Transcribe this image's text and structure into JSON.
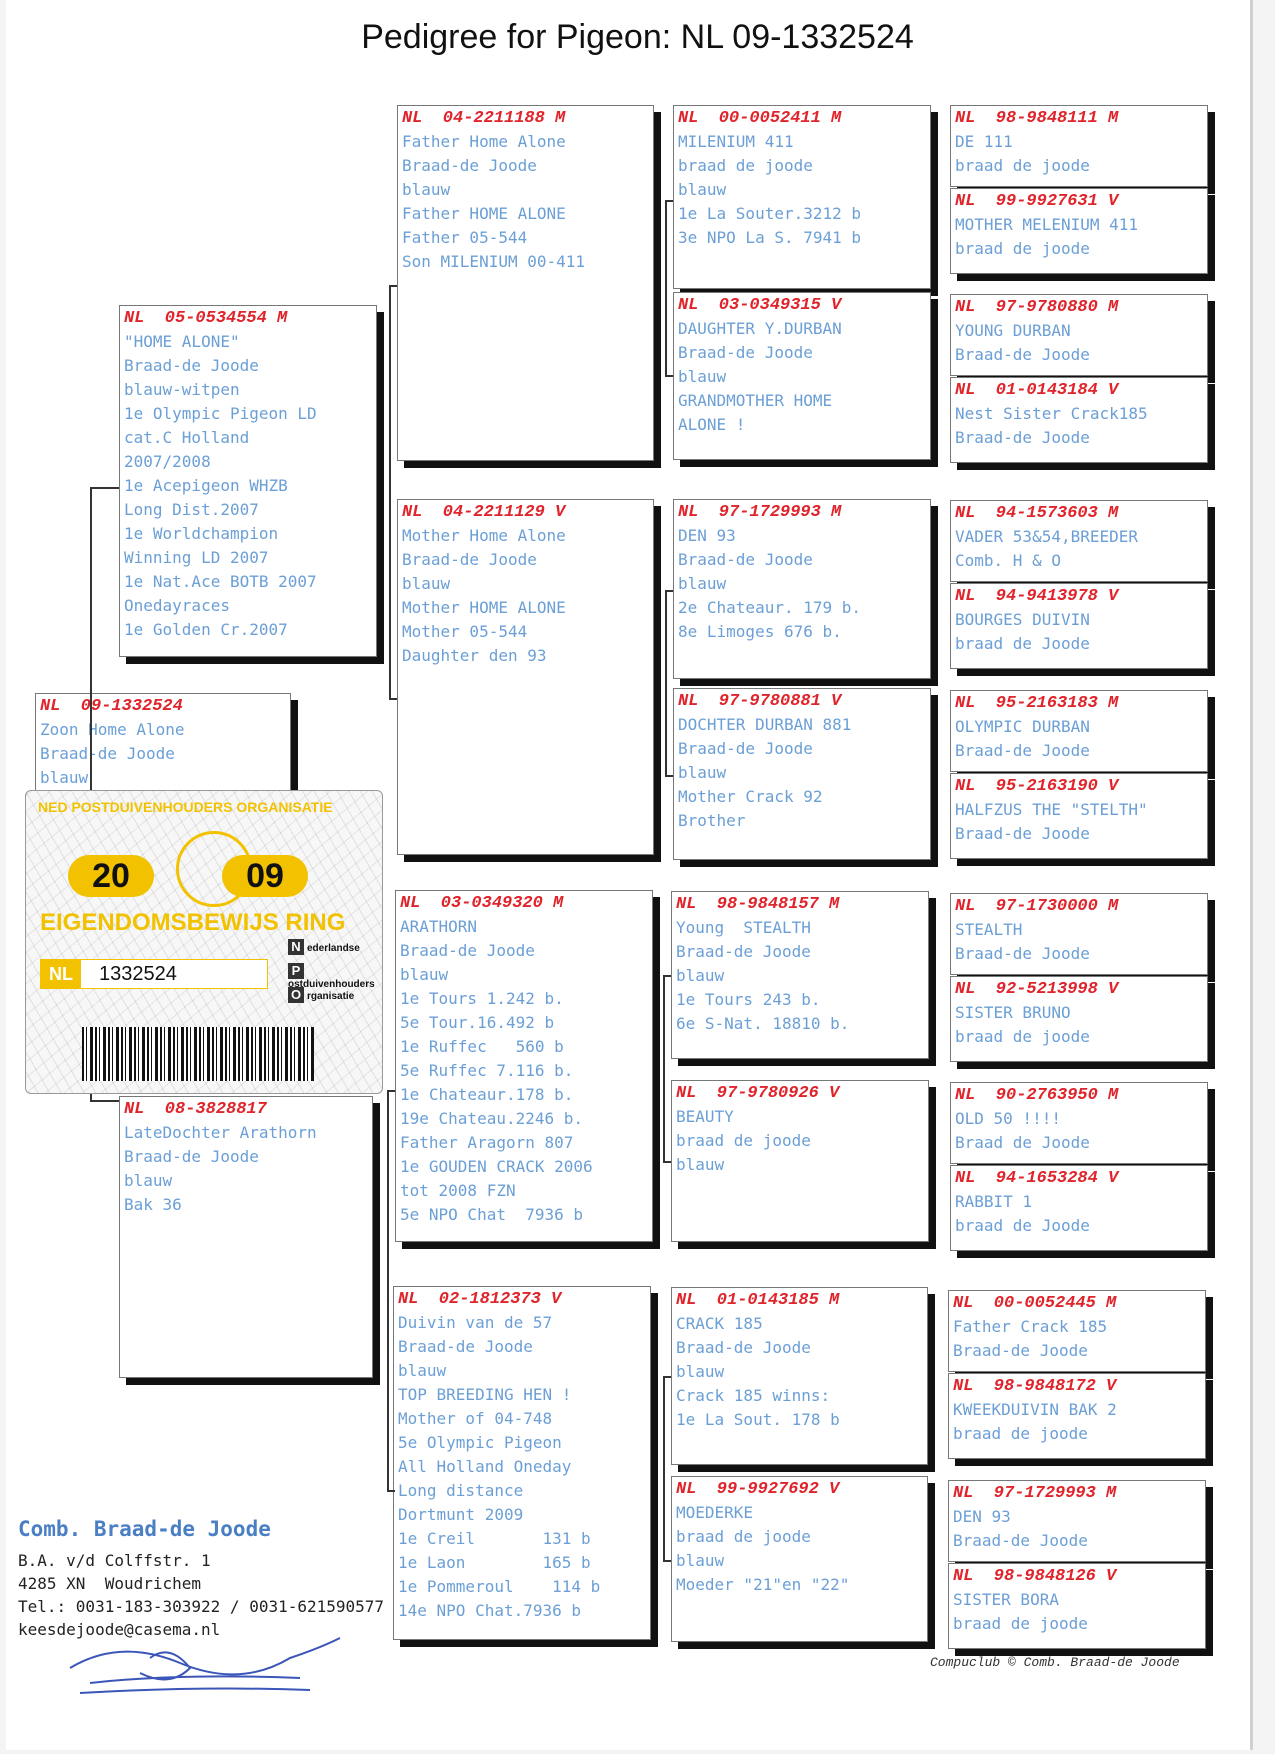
{
  "title": "Pedigree for Pigeon: NL  09-1332524",
  "pigeons": [
    {
      "ring": "NL  09-1332524",
      "lines": [
        "Zoon Home Alone",
        "Braad-de Joode",
        "blauw"
      ]
    },
    {
      "ring": "NL  05-0534554 M",
      "lines": [
        "\"HOME ALONE\"",
        "Braad-de Joode",
        "blauw-witpen",
        "1e Olympic Pigeon LD",
        "cat.C Holland",
        "2007/2008",
        "1e Acepigeon WHZB",
        "Long Dist.2007",
        "1e Worldchampion",
        "Winning LD 2007",
        "1e Nat.Ace BOTB 2007",
        "Onedayraces",
        "1e Golden Cr.2007"
      ]
    },
    {
      "ring": "NL  08-3828817",
      "lines": [
        "LateDochter Arathorn",
        "Braad-de Joode",
        "blauw",
        "Bak 36"
      ]
    },
    {
      "ring": "NL  04-2211188 M",
      "lines": [
        "Father Home Alone",
        "Braad-de Joode",
        "blauw",
        "Father HOME ALONE",
        "Father 05-544",
        "Son MILENIUM 00-411"
      ]
    },
    {
      "ring": "NL  04-2211129 V",
      "lines": [
        "Mother Home Alone",
        "Braad-de Joode",
        "blauw",
        "Mother HOME ALONE",
        "Mother 05-544",
        "Daughter den 93"
      ]
    },
    {
      "ring": "NL  03-0349320 M",
      "lines": [
        "ARATHORN",
        "Braad-de Joode",
        "blauw",
        "1e Tours 1.242 b.",
        "5e Tour.16.492 b",
        "1e Ruffec   560 b",
        "5e Ruffec 7.116 b.",
        "1e Chateaur.178 b.",
        "19e Chateau.2246 b.",
        "Father Aragorn 807",
        "1e GOUDEN CRACK 2006",
        "tot 2008 FZN",
        "5e NPO Chat  7936 b"
      ]
    },
    {
      "ring": "NL  02-1812373 V",
      "lines": [
        "Duivin van de 57",
        "Braad-de Joode",
        "blauw",
        "TOP BREEDING HEN !",
        "Mother of 04-748",
        "5e Olympic Pigeon",
        "All Holland Oneday",
        "Long distance",
        "Dortmunt 2009",
        "1e Creil       131 b",
        "1e Laon        165 b",
        "1e Pommeroul    114 b",
        "14e NPO Chat.7936 b"
      ]
    },
    {
      "ring": "NL  00-0052411 M",
      "lines": [
        "MILENIUM 411",
        "braad de joode",
        "blauw",
        "1e La Souter.3212 b",
        "3e NPO La S. 7941 b"
      ]
    },
    {
      "ring": "NL  03-0349315 V",
      "lines": [
        "DAUGHTER Y.DURBAN",
        "Braad-de Joode",
        "blauw",
        "GRANDMOTHER HOME",
        "ALONE !"
      ]
    },
    {
      "ring": "NL  97-1729993 M",
      "lines": [
        "DEN 93",
        "Braad-de Joode",
        "blauw",
        "2e Chateaur. 179 b.",
        "8e Limoges 676 b."
      ]
    },
    {
      "ring": "NL  97-9780881 V",
      "lines": [
        "DOCHTER DURBAN 881",
        "Braad-de Joode",
        "blauw",
        "Mother Crack 92",
        "Brother"
      ]
    },
    {
      "ring": "NL  98-9848157 M",
      "lines": [
        "Young  STEALTH",
        "Braad-de Joode",
        "blauw",
        "1e Tours 243 b.",
        "6e S-Nat. 18810 b."
      ]
    },
    {
      "ring": "NL  97-9780926 V",
      "lines": [
        "BEAUTY",
        "braad de joode",
        "blauw"
      ]
    },
    {
      "ring": "NL  01-0143185 M",
      "lines": [
        "CRACK 185",
        "Braad-de Joode",
        "blauw",
        "Crack 185 winns:",
        "1e La Sout. 178 b"
      ]
    },
    {
      "ring": "NL  99-9927692 V",
      "lines": [
        "MOEDERKE",
        "braad de joode",
        "blauw",
        "Moeder \"21\"en \"22\""
      ]
    },
    {
      "ring": "NL  98-9848111 M",
      "lines": [
        "DE 111",
        "braad de joode"
      ]
    },
    {
      "ring": "NL  99-9927631 V",
      "lines": [
        "MOTHER MELENIUM 411",
        "braad de joode"
      ]
    },
    {
      "ring": "NL  97-9780880 M",
      "lines": [
        "YOUNG DURBAN",
        "Braad-de Joode"
      ]
    },
    {
      "ring": "NL  01-0143184 V",
      "lines": [
        "Nest Sister Crack185",
        "Braad-de Joode"
      ]
    },
    {
      "ring": "NL  94-1573603 M",
      "lines": [
        "VADER 53&54,BREEDER",
        "Comb. H & O"
      ]
    },
    {
      "ring": "NL  94-9413978 V",
      "lines": [
        "BOURGES DUIVIN",
        "braad de Joode"
      ]
    },
    {
      "ring": "NL  95-2163183 M",
      "lines": [
        "OLYMPIC DURBAN",
        "Braad-de Joode"
      ]
    },
    {
      "ring": "NL  95-2163190 V",
      "lines": [
        "HALFZUS THE \"STELTH\"",
        "Braad-de Joode"
      ]
    },
    {
      "ring": "NL  97-1730000 M",
      "lines": [
        "STEALTH",
        "Braad-de Joode"
      ]
    },
    {
      "ring": "NL  92-5213998 V",
      "lines": [
        "SISTER BRUNO",
        "braad de joode"
      ]
    },
    {
      "ring": "NL  90-2763950 M",
      "lines": [
        "OLD 50 !!!!",
        "Braad de Joode"
      ]
    },
    {
      "ring": "NL  94-1653284 V",
      "lines": [
        "RABBIT 1",
        "braad de Joode"
      ]
    },
    {
      "ring": "NL  00-0052445 M",
      "lines": [
        "Father Crack 185",
        "Braad-de Joode"
      ]
    },
    {
      "ring": "NL  98-9848172 V",
      "lines": [
        "KWEEKDUIVIN BAK 2",
        "braad de joode"
      ]
    },
    {
      "ring": "NL  97-1729993 M",
      "lines": [
        "DEN 93",
        "Braad-de Joode"
      ]
    },
    {
      "ring": "NL  98-9848126 V",
      "lines": [
        "SISTER BORA",
        "braad de joode"
      ]
    }
  ],
  "ring_card": {
    "org": "NED POSTDUIVENHOUDERS ORGANISATIE",
    "year_left": "20",
    "year_right": "09",
    "label": "EIGENDOMSBEWIJS RING",
    "prefix": "NL",
    "number": "1332524",
    "npo": [
      "ederlandse",
      "ostduivenhouders",
      "rganisatie"
    ],
    "npo_letters": [
      "N",
      "P",
      "O"
    ]
  },
  "footer": {
    "name": "Comb. Braad-de Joode",
    "address1": "B.A. v/d Colffstr. 1",
    "address2": "4285 XN  Woudrichem",
    "phone": "Tel.: 0031-183-303922 / 0031-621590577",
    "email": "keesdejoode@casema.nl",
    "copyright": "Compuclub © Comb. Braad-de Joode"
  },
  "colors": {
    "ring": "#e0242b",
    "text": "#6b9fd6",
    "card_accent": "#f2c200"
  }
}
